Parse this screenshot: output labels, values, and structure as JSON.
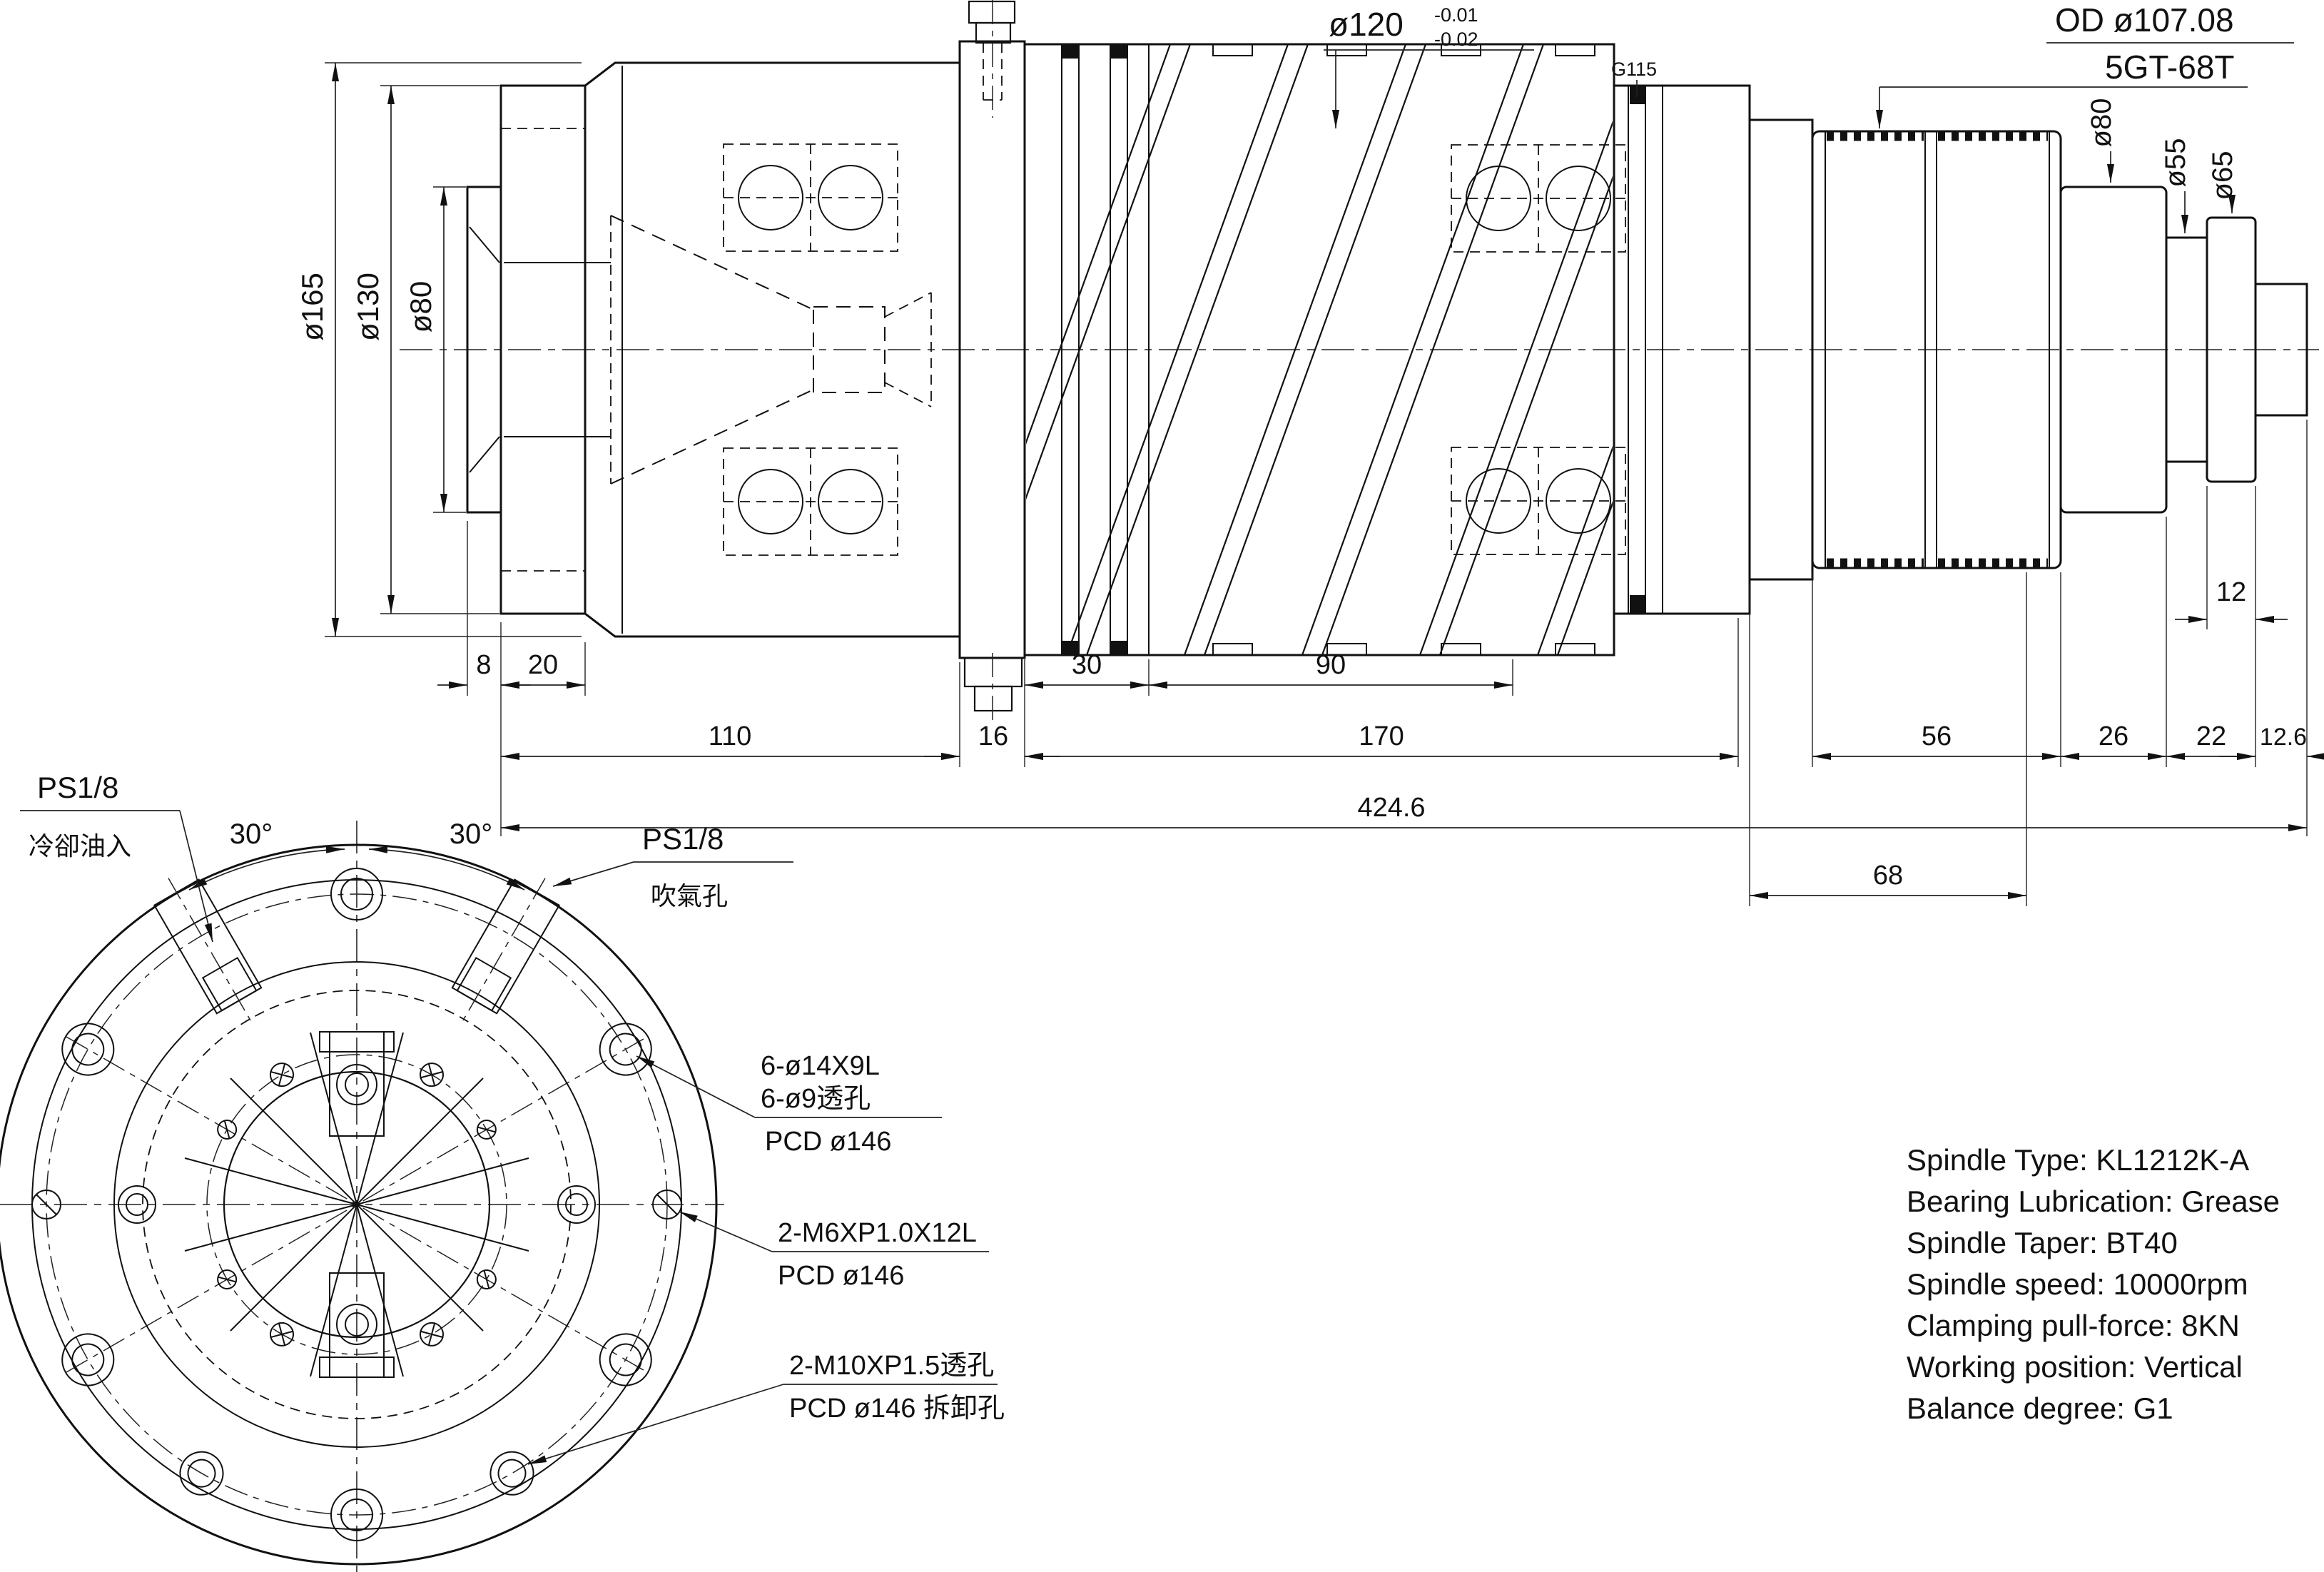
{
  "sheet": {
    "background": "#ffffff",
    "line_color": "#111111"
  },
  "side_view": {
    "diameters": {
      "d165": "ø165",
      "d130": "ø130",
      "d80": "ø80",
      "d80_shaft": "ø80",
      "d55": "ø55",
      "d65": "ø65"
    },
    "tolerance_dim": {
      "base": "ø120",
      "upper": "-0.01",
      "lower": "-0.02"
    },
    "groove_label": "G115",
    "pulley_od": "OD ø107.08",
    "pulley_belt": "5GT-68T",
    "lengths": {
      "L8": "8",
      "L20": "20",
      "L110": "110",
      "L16": "16",
      "L30": "30",
      "L90": "90",
      "L170": "170",
      "L424": "424.6",
      "L56": "56",
      "L26": "26",
      "L22": "22",
      "L126": "12.6",
      "L68": "68",
      "L12": "12"
    }
  },
  "front_view": {
    "port_left": {
      "size": "PS1/8",
      "label_cn": "冷卻油入"
    },
    "port_right": {
      "size": "PS1/8",
      "label_cn": "吹氣孔"
    },
    "angle_left": "30°",
    "angle_right": "30°",
    "note_cbore": {
      "line1": "6-ø14X9L",
      "line2": "6-ø9透孔",
      "line3": "PCD ø146"
    },
    "note_m6": {
      "line1": "2-M6XP1.0X12L",
      "line2": "PCD ø146"
    },
    "note_m10": {
      "line1": "2-M10XP1.5透孔",
      "line2": "PCD ø146 拆卸孔"
    }
  },
  "specs": [
    "Spindle Type: KL1212K-A",
    "Bearing Lubrication: Grease",
    "Spindle Taper: BT40",
    "Spindle speed: 10000rpm",
    "Clamping pull-force: 8KN",
    "Working position: Vertical",
    "Balance degree: G1"
  ]
}
